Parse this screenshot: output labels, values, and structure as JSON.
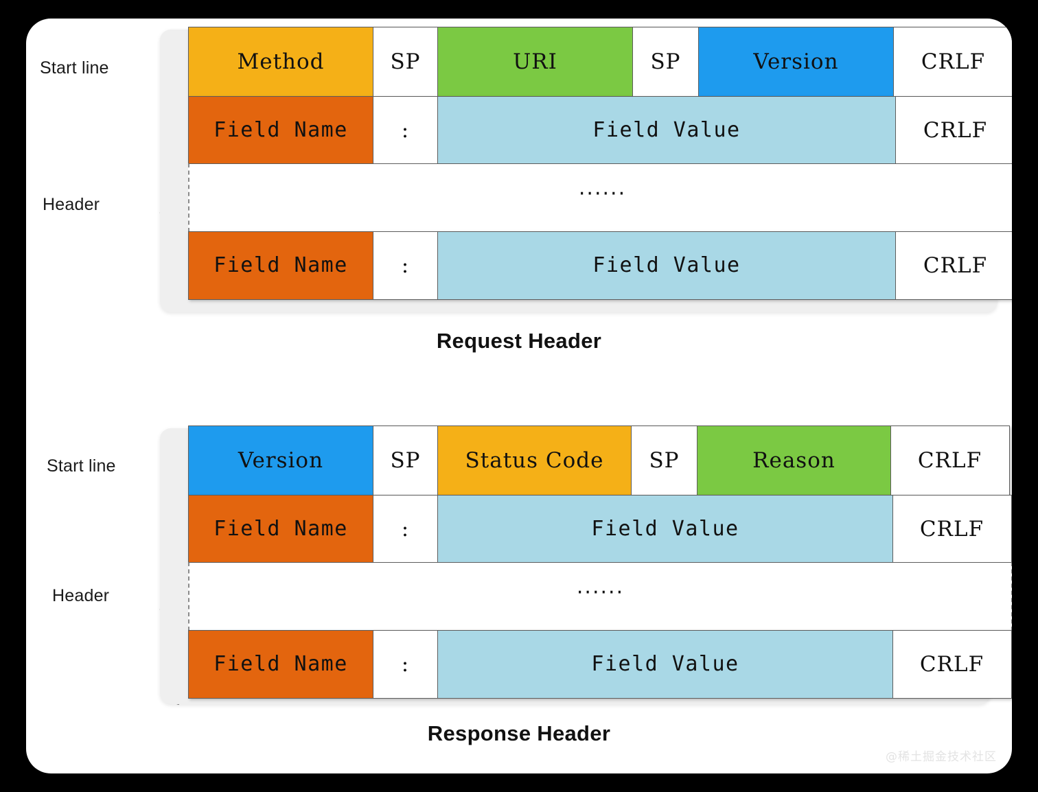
{
  "theme": {
    "page_background": "#000000",
    "card_background": "#ffffff",
    "plate_background": "#efefef",
    "cell_border": "#5c5c5c",
    "colors": {
      "amber": "#F5B017",
      "green": "#7BC943",
      "blue": "#1E9BEE",
      "orange": "#E3650E",
      "light_blue": "#A9D8E6",
      "white": "#FFFFFF"
    }
  },
  "request": {
    "caption": "Request Header",
    "labels": {
      "start_line": "Start line",
      "header": "Header"
    },
    "start_line_cells": [
      {
        "text": "Method",
        "color": "amber"
      },
      {
        "text": "SP",
        "color": "white"
      },
      {
        "text": "URI",
        "color": "green"
      },
      {
        "text": "SP",
        "color": "white"
      },
      {
        "text": "Version",
        "color": "blue"
      },
      {
        "text": "CRLF",
        "color": "white"
      }
    ],
    "header_row_1": [
      {
        "text": "Field Name",
        "color": "orange"
      },
      {
        "text": ":",
        "color": "white"
      },
      {
        "text": "Field Value",
        "color": "light_blue"
      },
      {
        "text": "CRLF",
        "color": "white"
      }
    ],
    "ellipsis": "······",
    "header_row_2": [
      {
        "text": "Field Name",
        "color": "orange"
      },
      {
        "text": ":",
        "color": "white"
      },
      {
        "text": "Field Value",
        "color": "light_blue"
      },
      {
        "text": "CRLF",
        "color": "white"
      }
    ]
  },
  "response": {
    "caption": "Response Header",
    "labels": {
      "start_line": "Start line",
      "header": "Header"
    },
    "start_line_cells": [
      {
        "text": "Version",
        "color": "blue"
      },
      {
        "text": "SP",
        "color": "white"
      },
      {
        "text": "Status Code",
        "color": "amber"
      },
      {
        "text": "SP",
        "color": "white"
      },
      {
        "text": "Reason",
        "color": "green"
      },
      {
        "text": "CRLF",
        "color": "white"
      }
    ],
    "header_row_1": [
      {
        "text": "Field Name",
        "color": "orange"
      },
      {
        "text": ":",
        "color": "white"
      },
      {
        "text": "Field Value",
        "color": "light_blue"
      },
      {
        "text": "CRLF",
        "color": "white"
      }
    ],
    "ellipsis": "······",
    "header_row_2": [
      {
        "text": "Field Name",
        "color": "orange"
      },
      {
        "text": ":",
        "color": "white"
      },
      {
        "text": "Field Value",
        "color": "light_blue"
      },
      {
        "text": "CRLF",
        "color": "white"
      }
    ]
  },
  "watermark": "@稀土掘金技术社区"
}
